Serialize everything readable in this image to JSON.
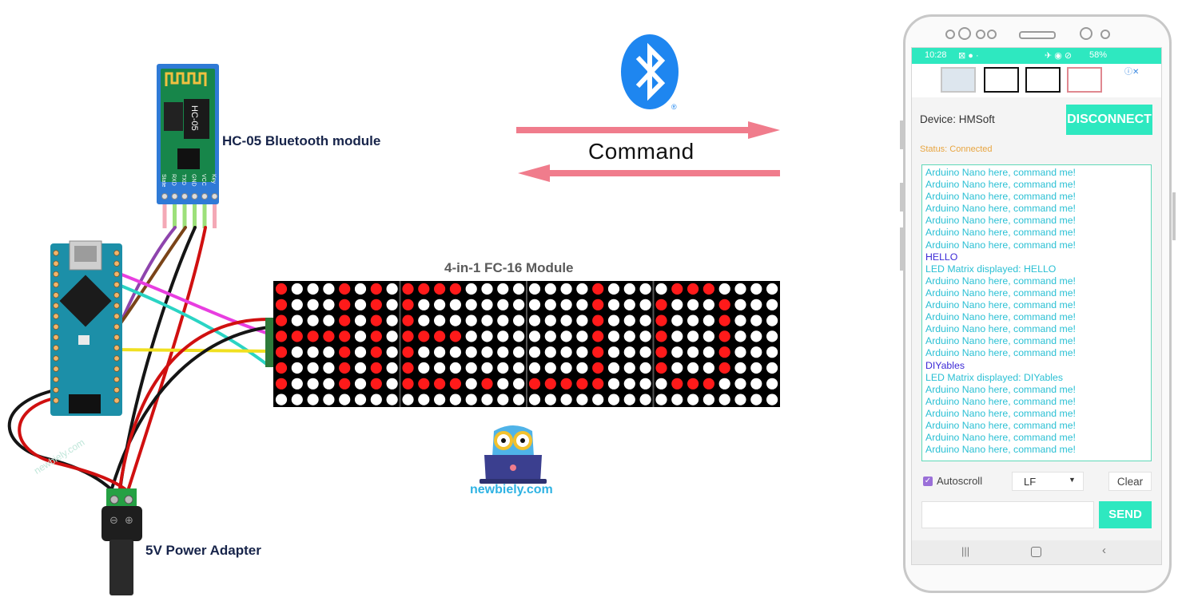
{
  "labels": {
    "bluetooth_module": "HC-05 Bluetooth module",
    "matrix_module": "4-in-1 FC-16 Module",
    "power_adapter": "5V Power Adapter",
    "command": "Command",
    "site": "newbiely.com",
    "watermark": "newbiely.com"
  },
  "hc05": {
    "chip_text": "HC-05",
    "pins": [
      "State",
      "RXD",
      "TXD",
      "GND",
      "VCC",
      "Key"
    ]
  },
  "matrix": {
    "on_color": "#ff1a1a",
    "off_color": "#ffffff",
    "panels": [
      [
        "10001010",
        "10001010",
        "10001010",
        "11111010",
        "10001010",
        "10001010",
        "10001010",
        "00000000"
      ],
      [
        "11110000",
        "10000000",
        "10000000",
        "11110000",
        "10000000",
        "10000000",
        "11110100",
        "00000000"
      ],
      [
        "00001000",
        "00001000",
        "00001000",
        "00001000",
        "00001000",
        "00001000",
        "11111000",
        "00000000"
      ],
      [
        "01110000",
        "10001000",
        "10001000",
        "10001000",
        "10001000",
        "10001000",
        "01110000",
        "00000000"
      ]
    ]
  },
  "colors": {
    "arrow": "#f07c8c",
    "bluetooth": "#1e86f0",
    "teal": "#2ee8c0",
    "wire_red": "#d01010",
    "wire_black": "#151515"
  },
  "phone": {
    "status_time": "10:28",
    "battery": "58%",
    "device_label": "Device: HMSoft",
    "disconnect_button": "DISCONNECT",
    "status_text": "Status: Connected",
    "log": [
      {
        "text": "Arduino Nano here, command me!",
        "kind": "device"
      },
      {
        "text": "Arduino Nano here, command me!",
        "kind": "device"
      },
      {
        "text": "Arduino Nano here, command me!",
        "kind": "device"
      },
      {
        "text": "Arduino Nano here, command me!",
        "kind": "device"
      },
      {
        "text": "Arduino Nano here, command me!",
        "kind": "device"
      },
      {
        "text": "Arduino Nano here, command me!",
        "kind": "device"
      },
      {
        "text": "Arduino Nano here, command me!",
        "kind": "device"
      },
      {
        "text": "HELLO",
        "kind": "user"
      },
      {
        "text": "LED Matrix displayed: HELLO",
        "kind": "device"
      },
      {
        "text": "Arduino Nano here, command me!",
        "kind": "device"
      },
      {
        "text": "Arduino Nano here, command me!",
        "kind": "device"
      },
      {
        "text": "Arduino Nano here, command me!",
        "kind": "device"
      },
      {
        "text": "Arduino Nano here, command me!",
        "kind": "device"
      },
      {
        "text": "Arduino Nano here, command me!",
        "kind": "device"
      },
      {
        "text": "Arduino Nano here, command me!",
        "kind": "device"
      },
      {
        "text": "Arduino Nano here, command me!",
        "kind": "device"
      },
      {
        "text": "DIYables",
        "kind": "user"
      },
      {
        "text": "LED Matrix displayed: DIYables",
        "kind": "device"
      },
      {
        "text": "Arduino Nano here, command me!",
        "kind": "device"
      },
      {
        "text": "Arduino Nano here, command me!",
        "kind": "device"
      },
      {
        "text": "Arduino Nano here, command me!",
        "kind": "device"
      },
      {
        "text": "Arduino Nano here, command me!",
        "kind": "device"
      },
      {
        "text": "Arduino Nano here, command me!",
        "kind": "device"
      },
      {
        "text": "Arduino Nano here, command me!",
        "kind": "device"
      }
    ],
    "autoscroll_label": "Autoscroll",
    "autoscroll_checked": true,
    "line_ending": "LF",
    "clear_button": "Clear",
    "send_button": "SEND",
    "input_value": ""
  }
}
